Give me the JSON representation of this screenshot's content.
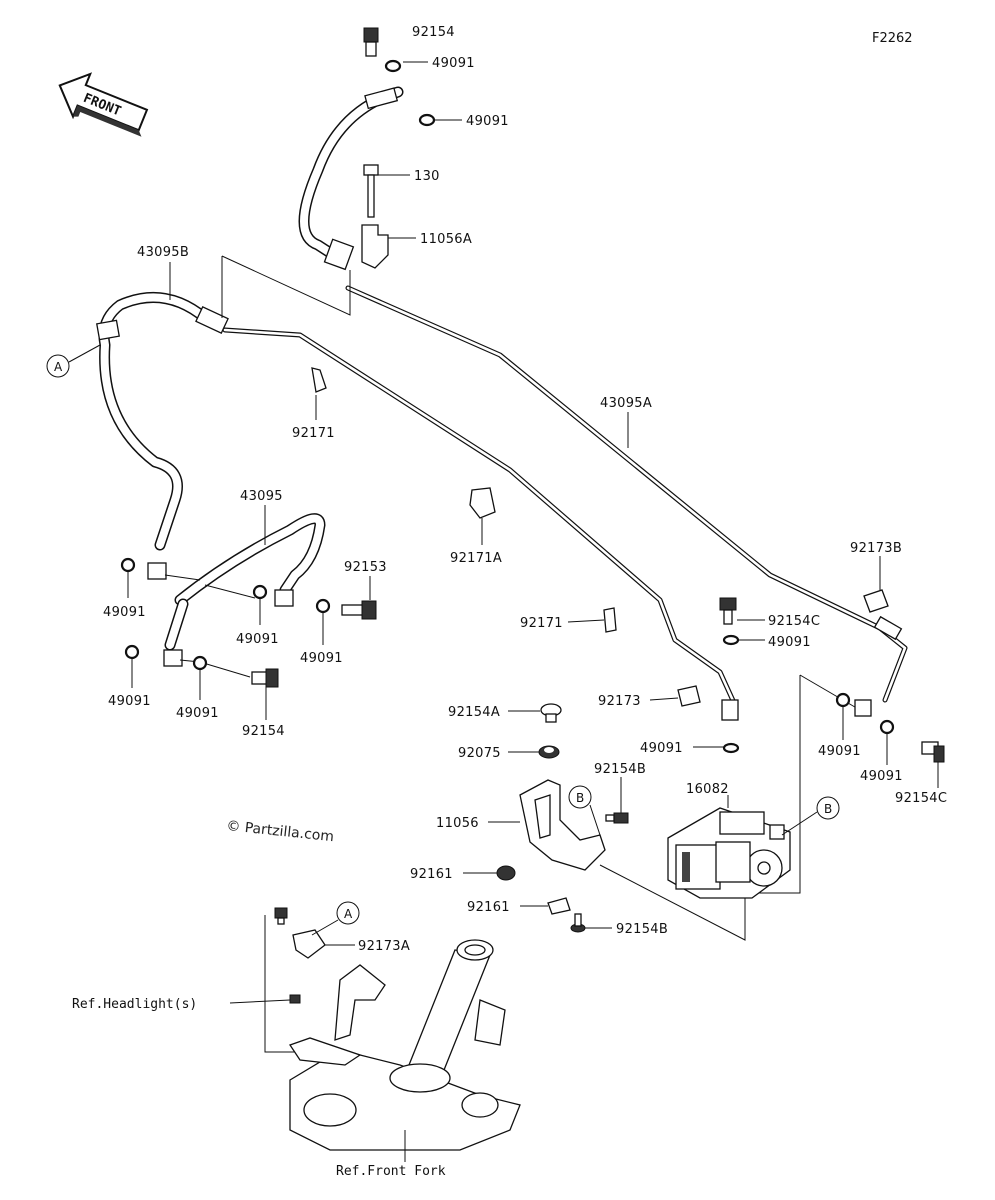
{
  "figure_code": "F2262",
  "front_arrow_label": "FRONT",
  "watermark": "© Partzilla.com",
  "callouts": {
    "A": "A",
    "B": "B"
  },
  "part_labels": {
    "p92154_top": "92154",
    "p49091_top1": "49091",
    "p49091_top2": "49091",
    "p130": "130",
    "p11056A": "11056A",
    "p43095B": "43095B",
    "p92171_a": "92171",
    "p43095A": "43095A",
    "p43095": "43095",
    "p92153": "92153",
    "p92171A": "92171A",
    "p49091_l1": "49091",
    "p49091_l2": "49091",
    "p49091_l3": "49091",
    "p49091_l4": "49091",
    "p49091_l5": "49091",
    "p92154_bot": "92154",
    "p92173B": "92173B",
    "p92171_b": "92171",
    "p92154C_1": "92154C",
    "p49091_r1": "49091",
    "p92173": "92173",
    "p92154A": "92154A",
    "p92075": "92075",
    "p49091_r2": "49091",
    "p92154B_1": "92154B",
    "p16082": "16082",
    "p49091_r3": "49091",
    "p49091_r4": "49091",
    "p92154C_2": "92154C",
    "p11056": "11056",
    "p92161_1": "92161",
    "p92161_2": "92161",
    "p92154B_2": "92154B",
    "p92173A": "92173A"
  },
  "references": {
    "headlight": "Ref.Headlight(s)",
    "front_fork": "Ref.Front Fork"
  }
}
